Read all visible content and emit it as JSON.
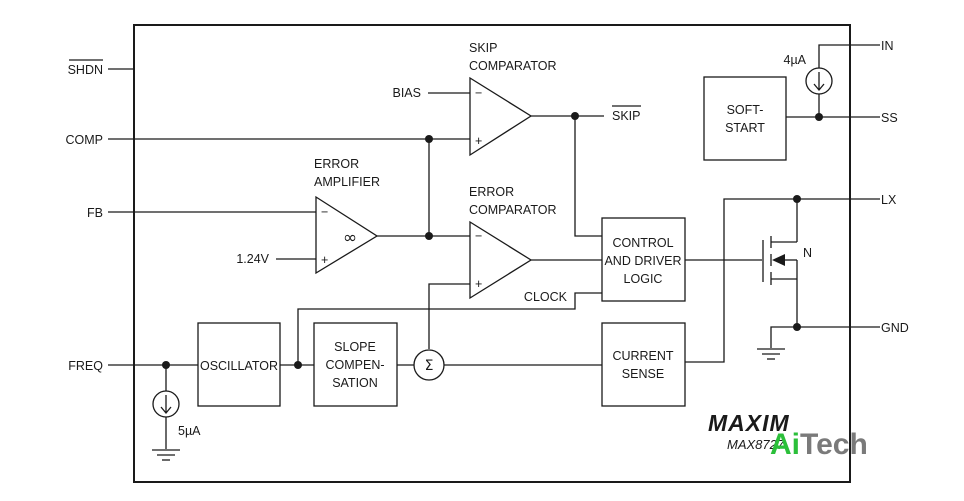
{
  "pins": {
    "shdn": "SHDN",
    "comp": "COMP",
    "fb": "FB",
    "freq": "FREQ",
    "in": "IN",
    "ss": "SS",
    "lx": "LX",
    "gnd": "GND"
  },
  "blocks": {
    "skip_comparator": [
      "SKIP",
      "COMPARATOR"
    ],
    "error_amplifier": [
      "ERROR",
      "AMPLIFIER"
    ],
    "error_comparator": [
      "ERROR",
      "COMPARATOR"
    ],
    "soft_start": [
      "SOFT-",
      "START"
    ],
    "control_driver": [
      "CONTROL",
      "AND DRIVER",
      "LOGIC"
    ],
    "oscillator": "OSCILLATOR",
    "slope_compensation": [
      "SLOPE",
      "COMPEN-",
      "SATION"
    ],
    "current_sense": [
      "CURRENT",
      "SENSE"
    ]
  },
  "signals": {
    "bias": "BIAS",
    "skip": "SKIP",
    "ref_voltage": "1.24V",
    "clock": "CLOCK",
    "mosfet_type": "N",
    "softstart_current": "4µA",
    "freq_current": "5µA",
    "minus": "−",
    "plus": "+",
    "infinity": "∞",
    "sigma": "Σ"
  },
  "branding": {
    "logo": "MAXIM",
    "part_number": "MAX8727",
    "watermark_a": "Ai",
    "watermark_b": "Tech"
  }
}
